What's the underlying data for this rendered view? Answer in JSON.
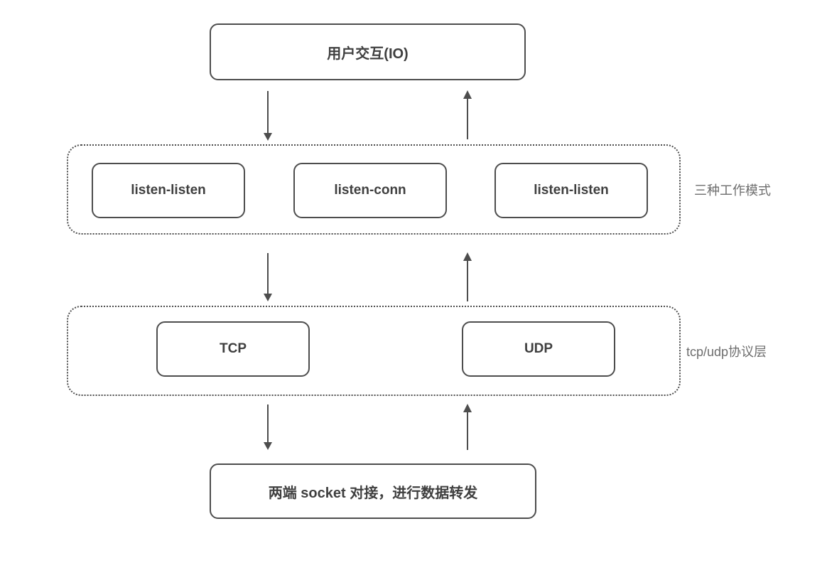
{
  "diagram": {
    "nodes": {
      "user_io": {
        "label": "用户交互(IO)"
      },
      "socket": {
        "label": "两端 socket 对接，进行数据转发"
      }
    },
    "groups": [
      {
        "name": "work-modes",
        "side_label": "三种工作模式",
        "items": [
          {
            "label": "listen-listen"
          },
          {
            "label": "listen-conn"
          },
          {
            "label": "listen-listen"
          }
        ]
      },
      {
        "name": "protocol-layer",
        "side_label": "tcp/udp协议层",
        "items": [
          {
            "label": "TCP"
          },
          {
            "label": "UDP"
          }
        ]
      }
    ],
    "edges": [
      {
        "from": "user_io",
        "to": "work-modes",
        "direction": "down"
      },
      {
        "from": "work-modes",
        "to": "user_io",
        "direction": "up"
      },
      {
        "from": "work-modes",
        "to": "protocol-layer",
        "direction": "down"
      },
      {
        "from": "protocol-layer",
        "to": "work-modes",
        "direction": "up"
      },
      {
        "from": "protocol-layer",
        "to": "socket",
        "direction": "down"
      },
      {
        "from": "socket",
        "to": "protocol-layer",
        "direction": "up"
      }
    ],
    "colors": {
      "border": "#4d4d4d",
      "text": "#3f3f3f",
      "side_label": "#6d6d6d",
      "background": "#ffffff"
    }
  }
}
